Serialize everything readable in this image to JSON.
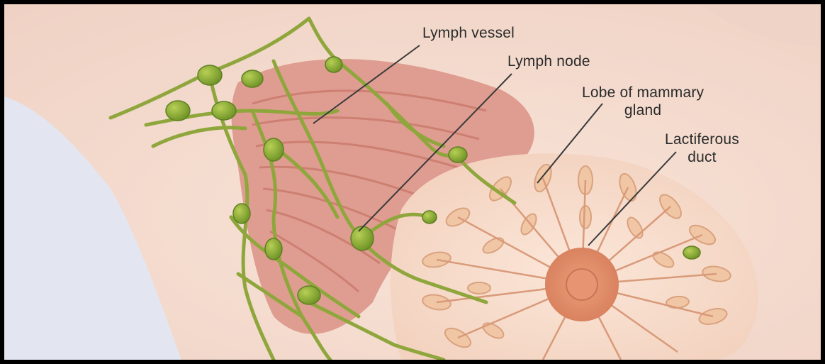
{
  "diagram": {
    "labels": {
      "lymph_vessel": "Lymph vessel",
      "lymph_node": "Lymph node",
      "lobe_line1": "Lobe of mammary",
      "lobe_line2": "gland",
      "duct_line1": "Lactiferous",
      "duct_line2": "duct"
    },
    "colors": {
      "skin": "#f6ddd0",
      "muscle": "#d98e82",
      "lymph": "#8fa63c",
      "node": "#7fa12d",
      "gland": "#f1c6a4",
      "nipple": "#e08b68",
      "leader_line": "#3a3a3a"
    }
  }
}
